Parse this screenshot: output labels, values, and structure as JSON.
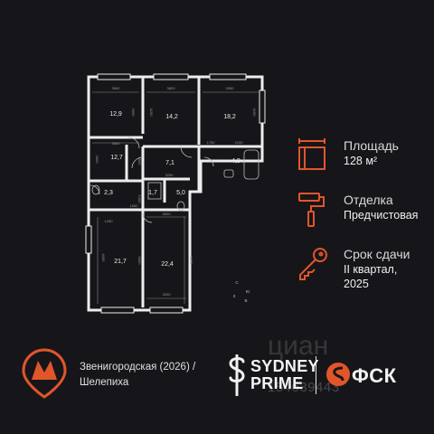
{
  "floorplan": {
    "rooms": [
      "12,9",
      "14,2",
      "18,2",
      "12,7",
      "7,1",
      "4,9",
      "2,3",
      "1,7",
      "5,0",
      "21,7",
      "22,4"
    ],
    "dimensions": [
      "3800",
      "3820",
      "2950",
      "3550",
      "4150",
      "4150",
      "1750",
      "2100",
      "3800",
      "2600",
      "1650",
      "4600",
      "3250",
      "1300",
      "1250",
      "3600",
      "6450",
      "5600",
      "6450",
      "3200"
    ],
    "compass": [
      "С",
      "Ю",
      "З",
      "В"
    ]
  },
  "specs": {
    "area": {
      "label": "Площадь",
      "value": "128 м²"
    },
    "finish": {
      "label": "Отделка",
      "value": "Предчистовая"
    },
    "delivery": {
      "label": "Срок сдачи",
      "value_line1": "II квартал,",
      "value_line2": "2025"
    }
  },
  "metro": {
    "line1": "Звенигородская (2026) /",
    "line2": "Шелепиха"
  },
  "brands": {
    "sydney_line1": "SYDNEY",
    "sydney_line2": "PRIME",
    "fsk": "ФСК"
  },
  "watermark": {
    "logo": "циан",
    "id": "154639443"
  },
  "colors": {
    "accent": "#e2552b",
    "wall": "#f0f0f0",
    "background": "#16161a"
  }
}
